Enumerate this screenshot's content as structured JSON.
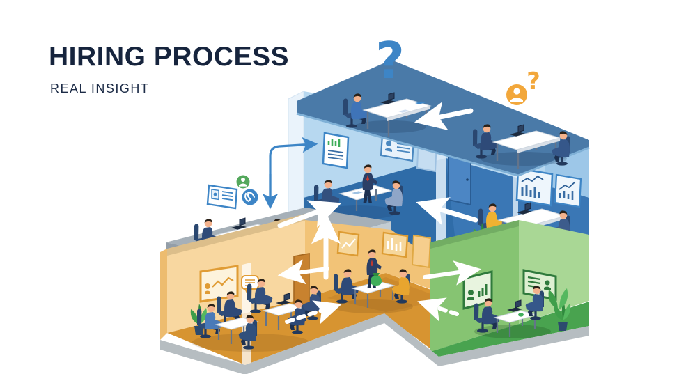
{
  "header": {
    "title": "HIRING PROCESS",
    "subtitle": "REAL INSIGHT"
  },
  "icons": [
    {
      "name": "question-mark-blue",
      "glyph": "?",
      "color": "#3d85c6"
    },
    {
      "name": "question-mark-orange",
      "glyph": "?",
      "color": "#f2a73b"
    },
    {
      "name": "candidate-person-badge-orange",
      "color": "#f2a73b"
    },
    {
      "name": "person-badge-green",
      "color": "#54a85c"
    },
    {
      "name": "phone-badge-blue",
      "color": "#3d85c6"
    },
    {
      "name": "id-card",
      "color": "#3d85c6"
    },
    {
      "name": "speech-bubble",
      "color": "#e09c35"
    },
    {
      "name": "money-bag",
      "color": "#3fae5a"
    }
  ],
  "palette": {
    "title_text": "#16243d",
    "accent_blue": "#3d85c6",
    "accent_orange": "#f2a73b",
    "accent_green": "#54a85c",
    "roof_blue": "#4a7aa8",
    "wall_blue": "#b7d8f0",
    "floor_blue": "#2f6ca8",
    "annex_roof_gray": "#a6b0b8",
    "wall_orange": "#f8d7a0",
    "floor_orange": "#d79431",
    "wall_green": "#86c472",
    "floor_green": "#49a34f",
    "arrow_white": "#ffffff"
  },
  "scenes": [
    {
      "name": "rooftop-review-desk"
    },
    {
      "name": "rooftop-interview-pair"
    },
    {
      "name": "blue-floor-panel-interview"
    },
    {
      "name": "blue-floor-screening-desk"
    },
    {
      "name": "annex-roof-one-on-one-interview"
    },
    {
      "name": "orange-room-team-meeting"
    },
    {
      "name": "orange-room-offer-negotiation"
    },
    {
      "name": "green-room-onboarding-desk"
    }
  ]
}
